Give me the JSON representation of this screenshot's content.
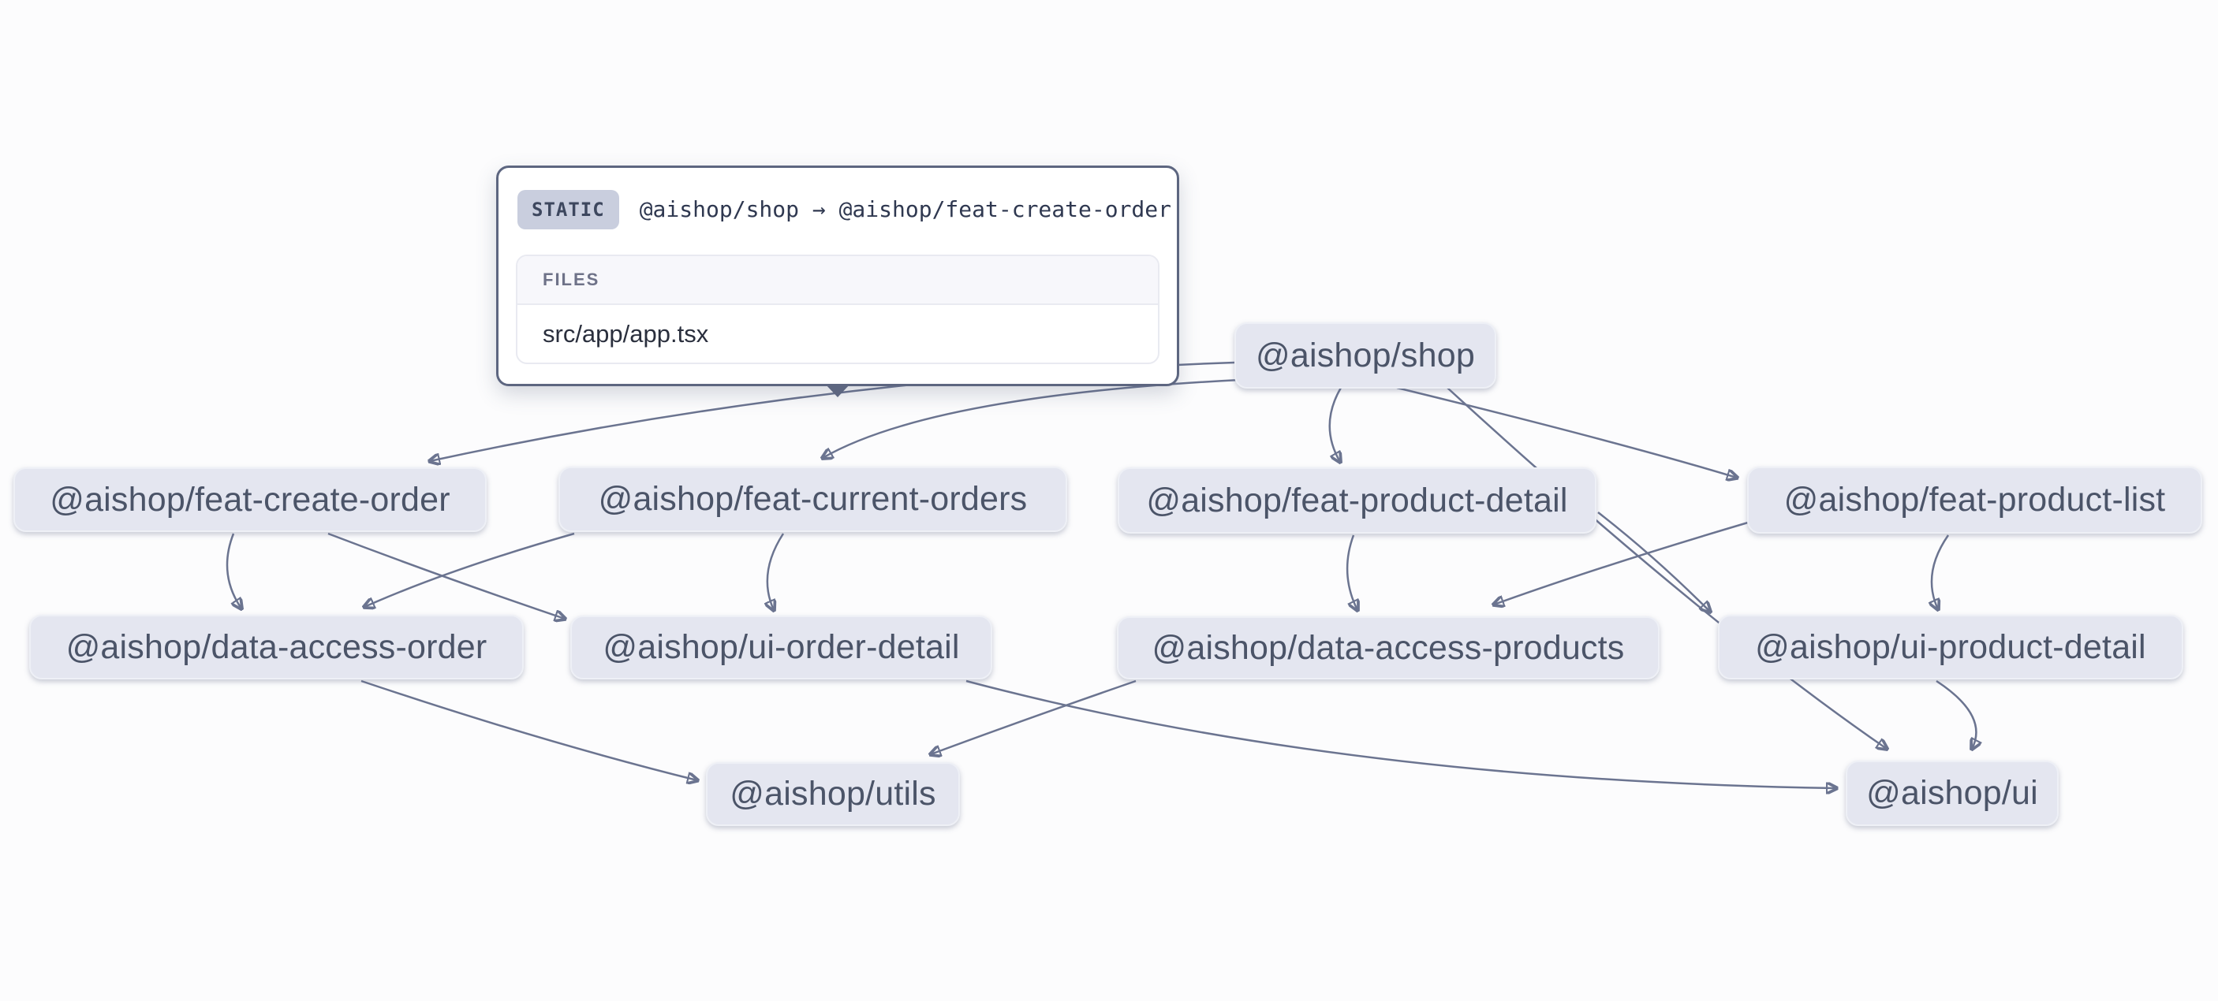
{
  "graph": {
    "nodes": [
      {
        "id": "shop",
        "label": "@aishop/shop"
      },
      {
        "id": "feat-create-order",
        "label": "@aishop/feat-create-order"
      },
      {
        "id": "feat-current-orders",
        "label": "@aishop/feat-current-orders"
      },
      {
        "id": "feat-product-detail",
        "label": "@aishop/feat-product-detail"
      },
      {
        "id": "feat-product-list",
        "label": "@aishop/feat-product-list"
      },
      {
        "id": "data-access-order",
        "label": "@aishop/data-access-order"
      },
      {
        "id": "ui-order-detail",
        "label": "@aishop/ui-order-detail"
      },
      {
        "id": "data-access-products",
        "label": "@aishop/data-access-products"
      },
      {
        "id": "ui-product-detail",
        "label": "@aishop/ui-product-detail"
      },
      {
        "id": "utils",
        "label": "@aishop/utils"
      },
      {
        "id": "ui",
        "label": "@aishop/ui"
      }
    ],
    "edges": [
      {
        "source": "@aishop/shop",
        "target": "@aishop/feat-create-order",
        "type": "static"
      },
      {
        "source": "@aishop/shop",
        "target": "@aishop/feat-current-orders",
        "type": "static"
      },
      {
        "source": "@aishop/shop",
        "target": "@aishop/feat-product-detail",
        "type": "static"
      },
      {
        "source": "@aishop/shop",
        "target": "@aishop/feat-product-list",
        "type": "static"
      },
      {
        "source": "@aishop/shop",
        "target": "@aishop/ui",
        "type": "static"
      },
      {
        "source": "@aishop/feat-create-order",
        "target": "@aishop/data-access-order",
        "type": "static"
      },
      {
        "source": "@aishop/feat-create-order",
        "target": "@aishop/ui-order-detail",
        "type": "static"
      },
      {
        "source": "@aishop/feat-current-orders",
        "target": "@aishop/data-access-order",
        "type": "static"
      },
      {
        "source": "@aishop/feat-current-orders",
        "target": "@aishop/ui-order-detail",
        "type": "static"
      },
      {
        "source": "@aishop/feat-product-detail",
        "target": "@aishop/data-access-products",
        "type": "static"
      },
      {
        "source": "@aishop/feat-product-detail",
        "target": "@aishop/ui-product-detail",
        "type": "static"
      },
      {
        "source": "@aishop/feat-product-list",
        "target": "@aishop/data-access-products",
        "type": "static"
      },
      {
        "source": "@aishop/feat-product-list",
        "target": "@aishop/ui-product-detail",
        "type": "static"
      },
      {
        "source": "@aishop/data-access-order",
        "target": "@aishop/utils",
        "type": "static"
      },
      {
        "source": "@aishop/data-access-products",
        "target": "@aishop/utils",
        "type": "static"
      },
      {
        "source": "@aishop/ui-order-detail",
        "target": "@aishop/ui",
        "type": "static"
      },
      {
        "source": "@aishop/ui-product-detail",
        "target": "@aishop/ui",
        "type": "static"
      }
    ]
  },
  "tooltip": {
    "badge": "STATIC",
    "title": "@aishop/shop → @aishop/feat-create-order",
    "files_label": "FILES",
    "files": [
      "src/app/app.tsx"
    ]
  },
  "colors": {
    "page_bg": "#fcfcfd",
    "node_fill": "#e4e6f0",
    "node_border": "#eef0f6",
    "node_text": "#4b5468",
    "edge": "#6b7490",
    "tooltip_border": "#5d6680",
    "tooltip_bg": "#ffffff",
    "badge_bg": "#c9cede",
    "badge_text": "#3d475e",
    "files_header_bg": "#f7f7fb",
    "files_label": "#6e7288",
    "file_text": "#2a2f3d",
    "panel_border": "#e9eaf1"
  }
}
